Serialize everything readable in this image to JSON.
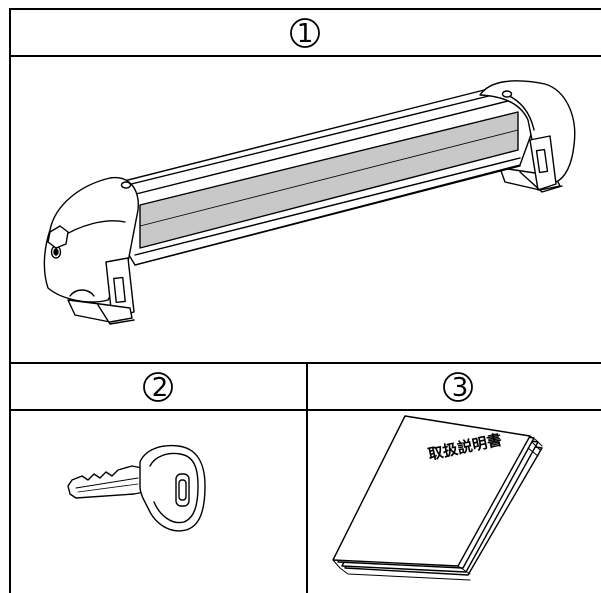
{
  "parts": [
    {
      "number": "1",
      "name": "ski-carrier-bar"
    },
    {
      "number": "2",
      "name": "key"
    },
    {
      "number": "3",
      "name": "manual"
    }
  ],
  "manual": {
    "title": "取扱説明書"
  },
  "colors": {
    "line": "#000000",
    "bar_fill": "#c8c8c8",
    "background": "#ffffff"
  }
}
